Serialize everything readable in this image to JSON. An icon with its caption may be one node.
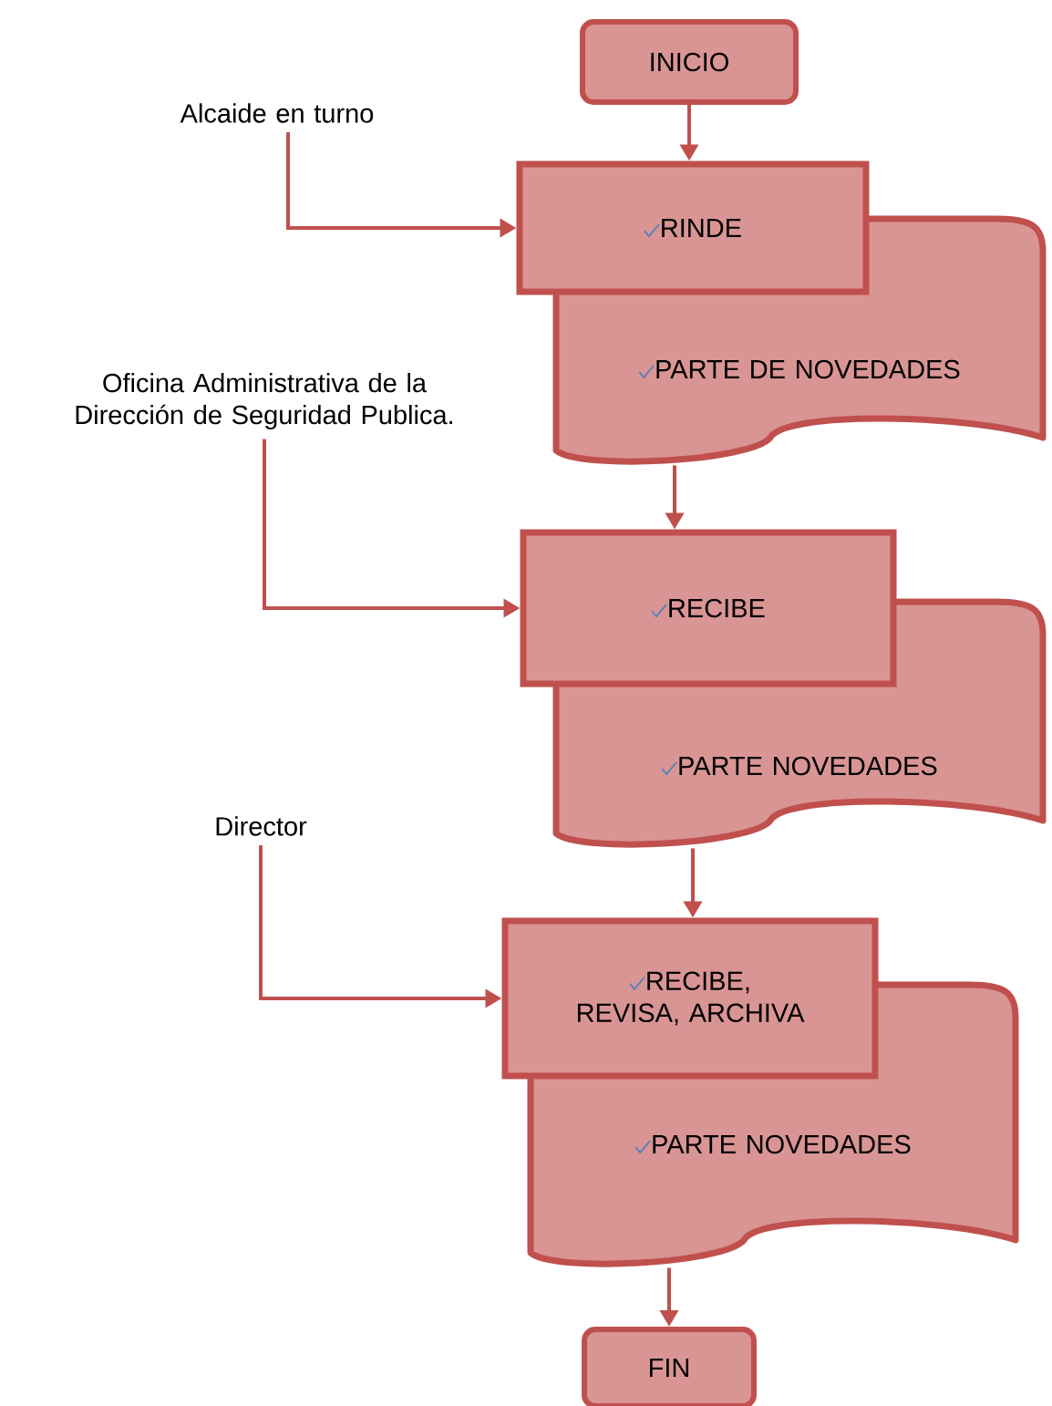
{
  "diagram": {
    "nodes": [
      {
        "text": [
          "INICIO"
        ]
      },
      {
        "text": [
          "Alcaide en turno"
        ]
      },
      {
        "text": [
          "RINDE"
        ]
      },
      {
        "text": [
          "PARTE DE NOVEDADES"
        ]
      },
      {
        "text": [
          "Oficina Administrativa de la Dirección de Seguridad Publica."
        ]
      },
      {
        "text": [
          "RECIBE"
        ]
      },
      {
        "text": [
          "PARTE NOVEDADES"
        ]
      },
      {
        "text": [
          "Director"
        ]
      },
      {
        "text": [
          "RECIBE, REVISA, ARCHIVA"
        ]
      },
      {
        "text": [
          "PARTE NOVEDADES"
        ]
      },
      {
        "text": [
          "FIN"
        ]
      }
    ],
    "edges": [
      {
        "from": 0,
        "to": 2,
        "arrow": "to"
      },
      {
        "from": 1,
        "to": 2,
        "arrow": "to"
      },
      {
        "from": 3,
        "to": 5,
        "arrow": "to"
      },
      {
        "from": 4,
        "to": 5,
        "arrow": "to"
      },
      {
        "from": 6,
        "to": 8,
        "arrow": "to"
      },
      {
        "from": 7,
        "to": 8,
        "arrow": "to"
      },
      {
        "from": 9,
        "to": 10,
        "arrow": "to"
      }
    ]
  }
}
